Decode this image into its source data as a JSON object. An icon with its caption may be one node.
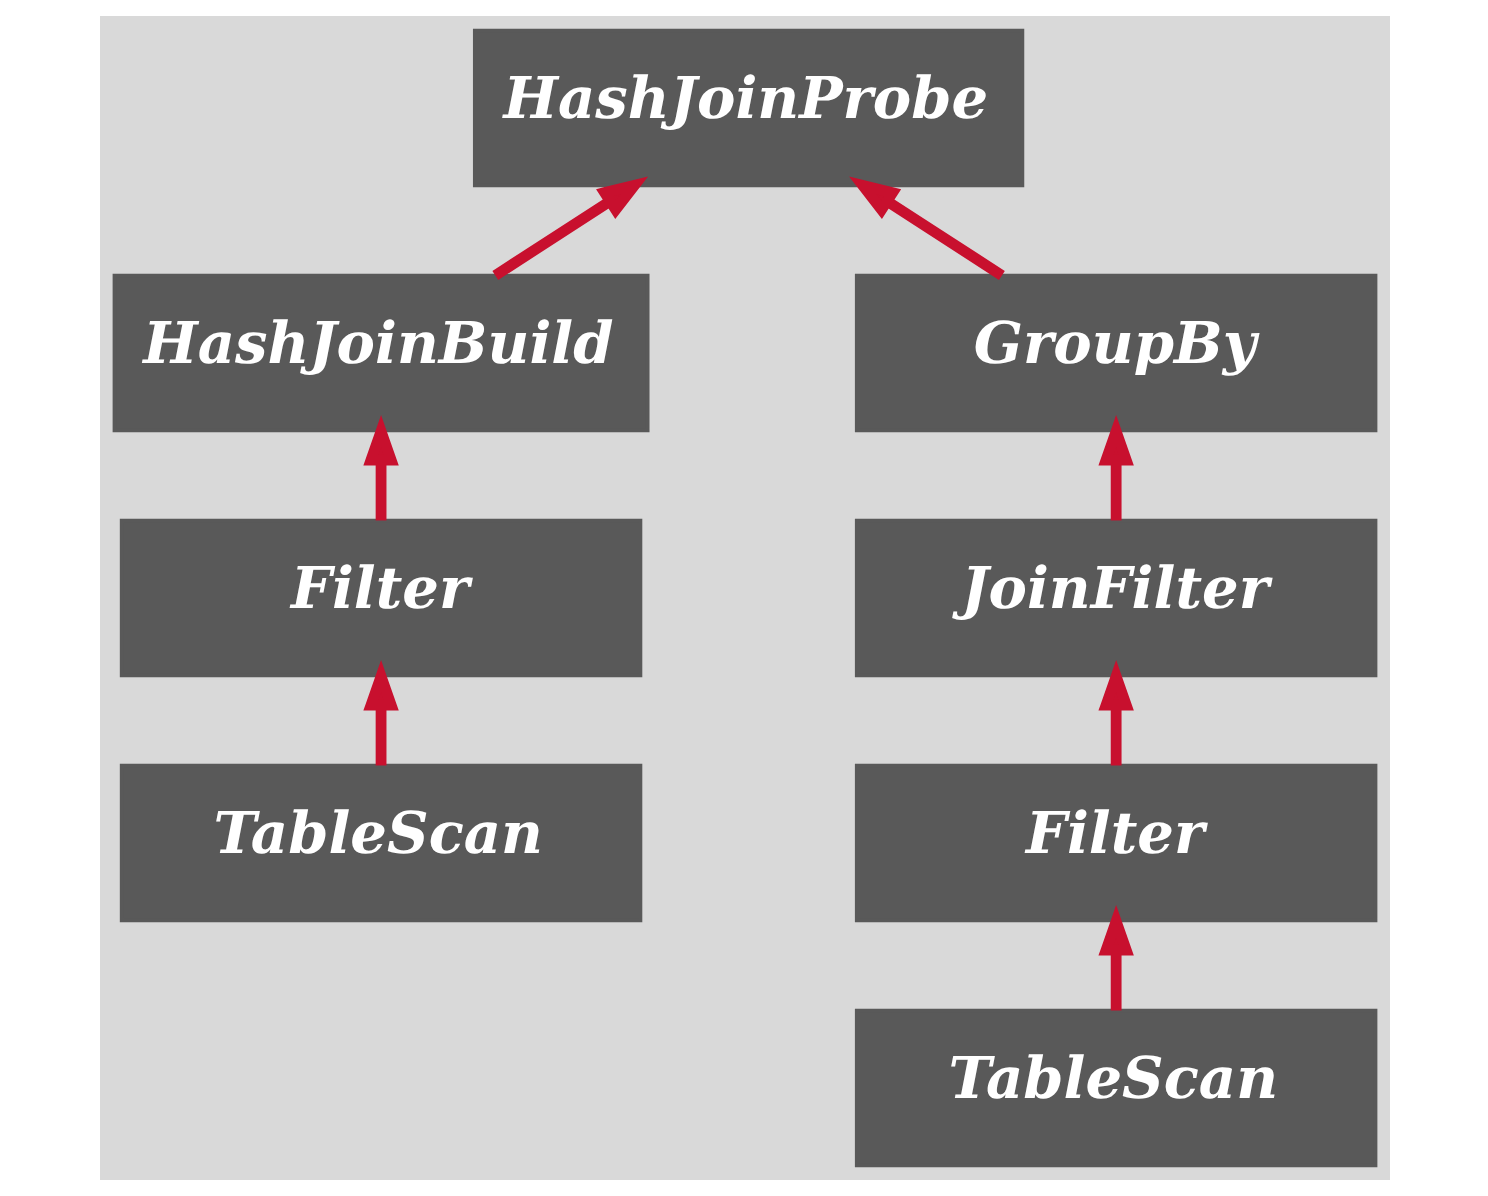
{
  "diagram": {
    "nodes": [
      {
        "text": [
          "HashJoinProbe"
        ]
      },
      {
        "text": [
          "HashJoinBuild"
        ]
      },
      {
        "text": [
          "GroupBy"
        ]
      },
      {
        "text": [
          "Filter"
        ]
      },
      {
        "text": [
          "JoinFilter"
        ]
      },
      {
        "text": [
          "TableScan"
        ]
      },
      {
        "text": [
          "Filter"
        ]
      },
      {
        "text": [
          "TableScan"
        ]
      }
    ],
    "edges": [
      {
        "from": 1,
        "to": 0,
        "arrow": "to"
      },
      {
        "from": 2,
        "to": 0,
        "arrow": "to"
      },
      {
        "from": 3,
        "to": 1,
        "arrow": "to"
      },
      {
        "from": 4,
        "to": 2,
        "arrow": "to"
      },
      {
        "from": 5,
        "to": 3,
        "arrow": "to"
      },
      {
        "from": 6,
        "to": 4,
        "arrow": "to"
      },
      {
        "from": 7,
        "to": 6,
        "arrow": "to"
      }
    ]
  }
}
